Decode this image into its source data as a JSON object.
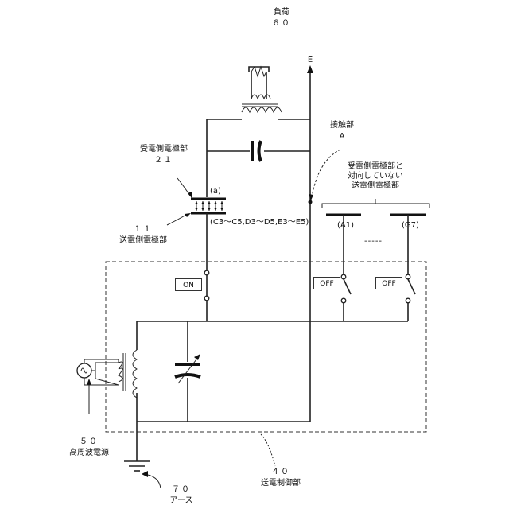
{
  "labels": {
    "load_title": "負荷",
    "load_num": "６０",
    "e_terminal": "E",
    "contact_title": "接触部",
    "contact_letter": "A",
    "receiving_title": "受電側電極部",
    "receiving_num": "２１",
    "point_a": "(a)",
    "transmitting_num": "１１",
    "transmitting_title": "送電側電極部",
    "ranges": "(C3～C5,D3～D5,E3～E5)",
    "nonfacing_line1": "受電側電極部と",
    "nonfacing_line2": "対向していない",
    "nonfacing_line3": "送電側電極部",
    "electrode_a1": "(A1)",
    "electrode_g7": "(G7)",
    "ellipsis": "-----",
    "hf_num": "５０",
    "hf_title": "高周波電源",
    "control_num": "４０",
    "control_title": "送電制御部",
    "earth_num": "７０",
    "earth_title": "アース"
  },
  "switches": {
    "main_state": "ON",
    "a1_state": "OFF",
    "g7_state": "OFF"
  }
}
